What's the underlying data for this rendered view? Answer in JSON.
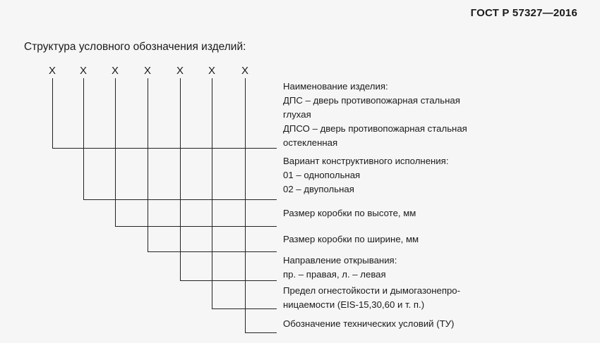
{
  "header": {
    "standard": "ГОСТ Р 57327—2016"
  },
  "caption": "Структура условного обозначения изделий:",
  "positions": [
    "X",
    "X",
    "X",
    "X",
    "X",
    "X",
    "X"
  ],
  "descriptions": [
    {
      "lines": [
        "Наименование изделия:",
        "ДПС – дверь противопожарная стальная",
        "глухая",
        "ДПСО – дверь противопожарная стальная",
        "остекленная"
      ]
    },
    {
      "lines": [
        "Вариант конструктивного исполнения:",
        "01 – однопольная",
        "02 – двупольная"
      ]
    },
    {
      "lines": [
        "Размер коробки по высоте, мм"
      ]
    },
    {
      "lines": [
        "Размер коробки по ширине, мм"
      ]
    },
    {
      "lines": [
        "Направление открывания:",
        "пр. – правая, л. – левая"
      ]
    },
    {
      "lines": [
        "Предел огнестойкости и дымогазонепро-",
        "ницаемости (EIS-15,30,60 и т. п.)"
      ]
    },
    {
      "lines": [
        "Обозначение технических условий (ТУ)"
      ]
    }
  ]
}
